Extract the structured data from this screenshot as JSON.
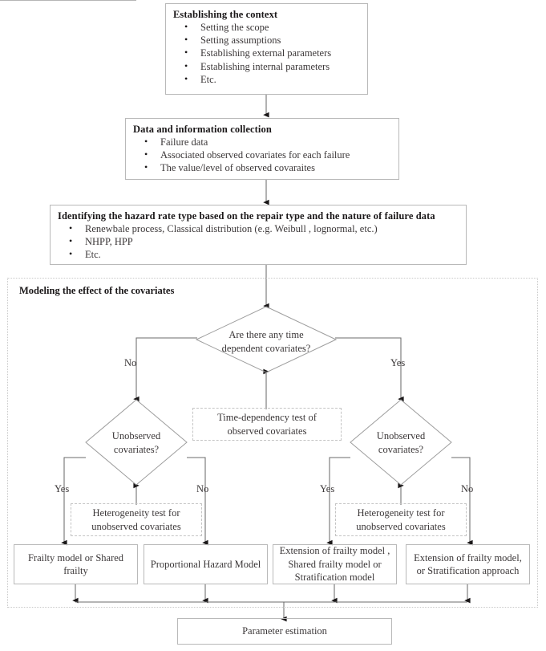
{
  "diagram": {
    "type": "flowchart",
    "title_visible": false,
    "colors": {
      "box_border": "#b9b9b9",
      "dashed_border": "#c4c4c4",
      "line": "#6b6b6b",
      "text": "#3b3738",
      "heading_text": "#1a1718"
    }
  },
  "steps": {
    "establishing_context": {
      "heading": "Establishing the context",
      "bullets": [
        "Setting the scope",
        "Setting assumptions",
        "Establishing external parameters",
        "Establishing internal parameters",
        "Etc."
      ]
    },
    "data_collection": {
      "heading": "Data and information collection",
      "bullets": [
        "Failure data",
        "Associated observed covariates for each failure",
        "The value/level of observed covaraites"
      ]
    },
    "hazard_rate": {
      "heading": "Identifying the hazard rate type based on the repair type and the nature of failure data",
      "bullets": [
        "Renewbale process, Classical distribution (e.g. Weibull , lognormal, etc.)",
        "NHPP, HPP",
        "Etc."
      ]
    }
  },
  "modeling_group": {
    "label": "Modeling the effect of the covariates",
    "decision_time": "Are there any time\ndependent covariates?",
    "branch_time_no": "No",
    "branch_time_yes": "Yes",
    "time_dependency_test": "Time-dependency test of\nobserved covariates",
    "decision_left": "Unobserved\ncovariates?",
    "decision_right": "Unobserved\ncovariates?",
    "left_yes": "Yes",
    "left_no": "No",
    "right_yes": "Yes",
    "right_no": "No",
    "heterogeneity_test_left": "Heterogeneity test for\nunobserved covariates",
    "heterogeneity_test_right": "Heterogeneity test for\nunobserved covariates",
    "outcomes": [
      "Frailty model or Shared frailty",
      "Proportional Hazard Model",
      "Extension of frailty model , Shared frailty model or Stratification model",
      "Extension of frailty model, or Stratification approach"
    ]
  },
  "final": {
    "parameter_estimation": "Parameter estimation"
  }
}
